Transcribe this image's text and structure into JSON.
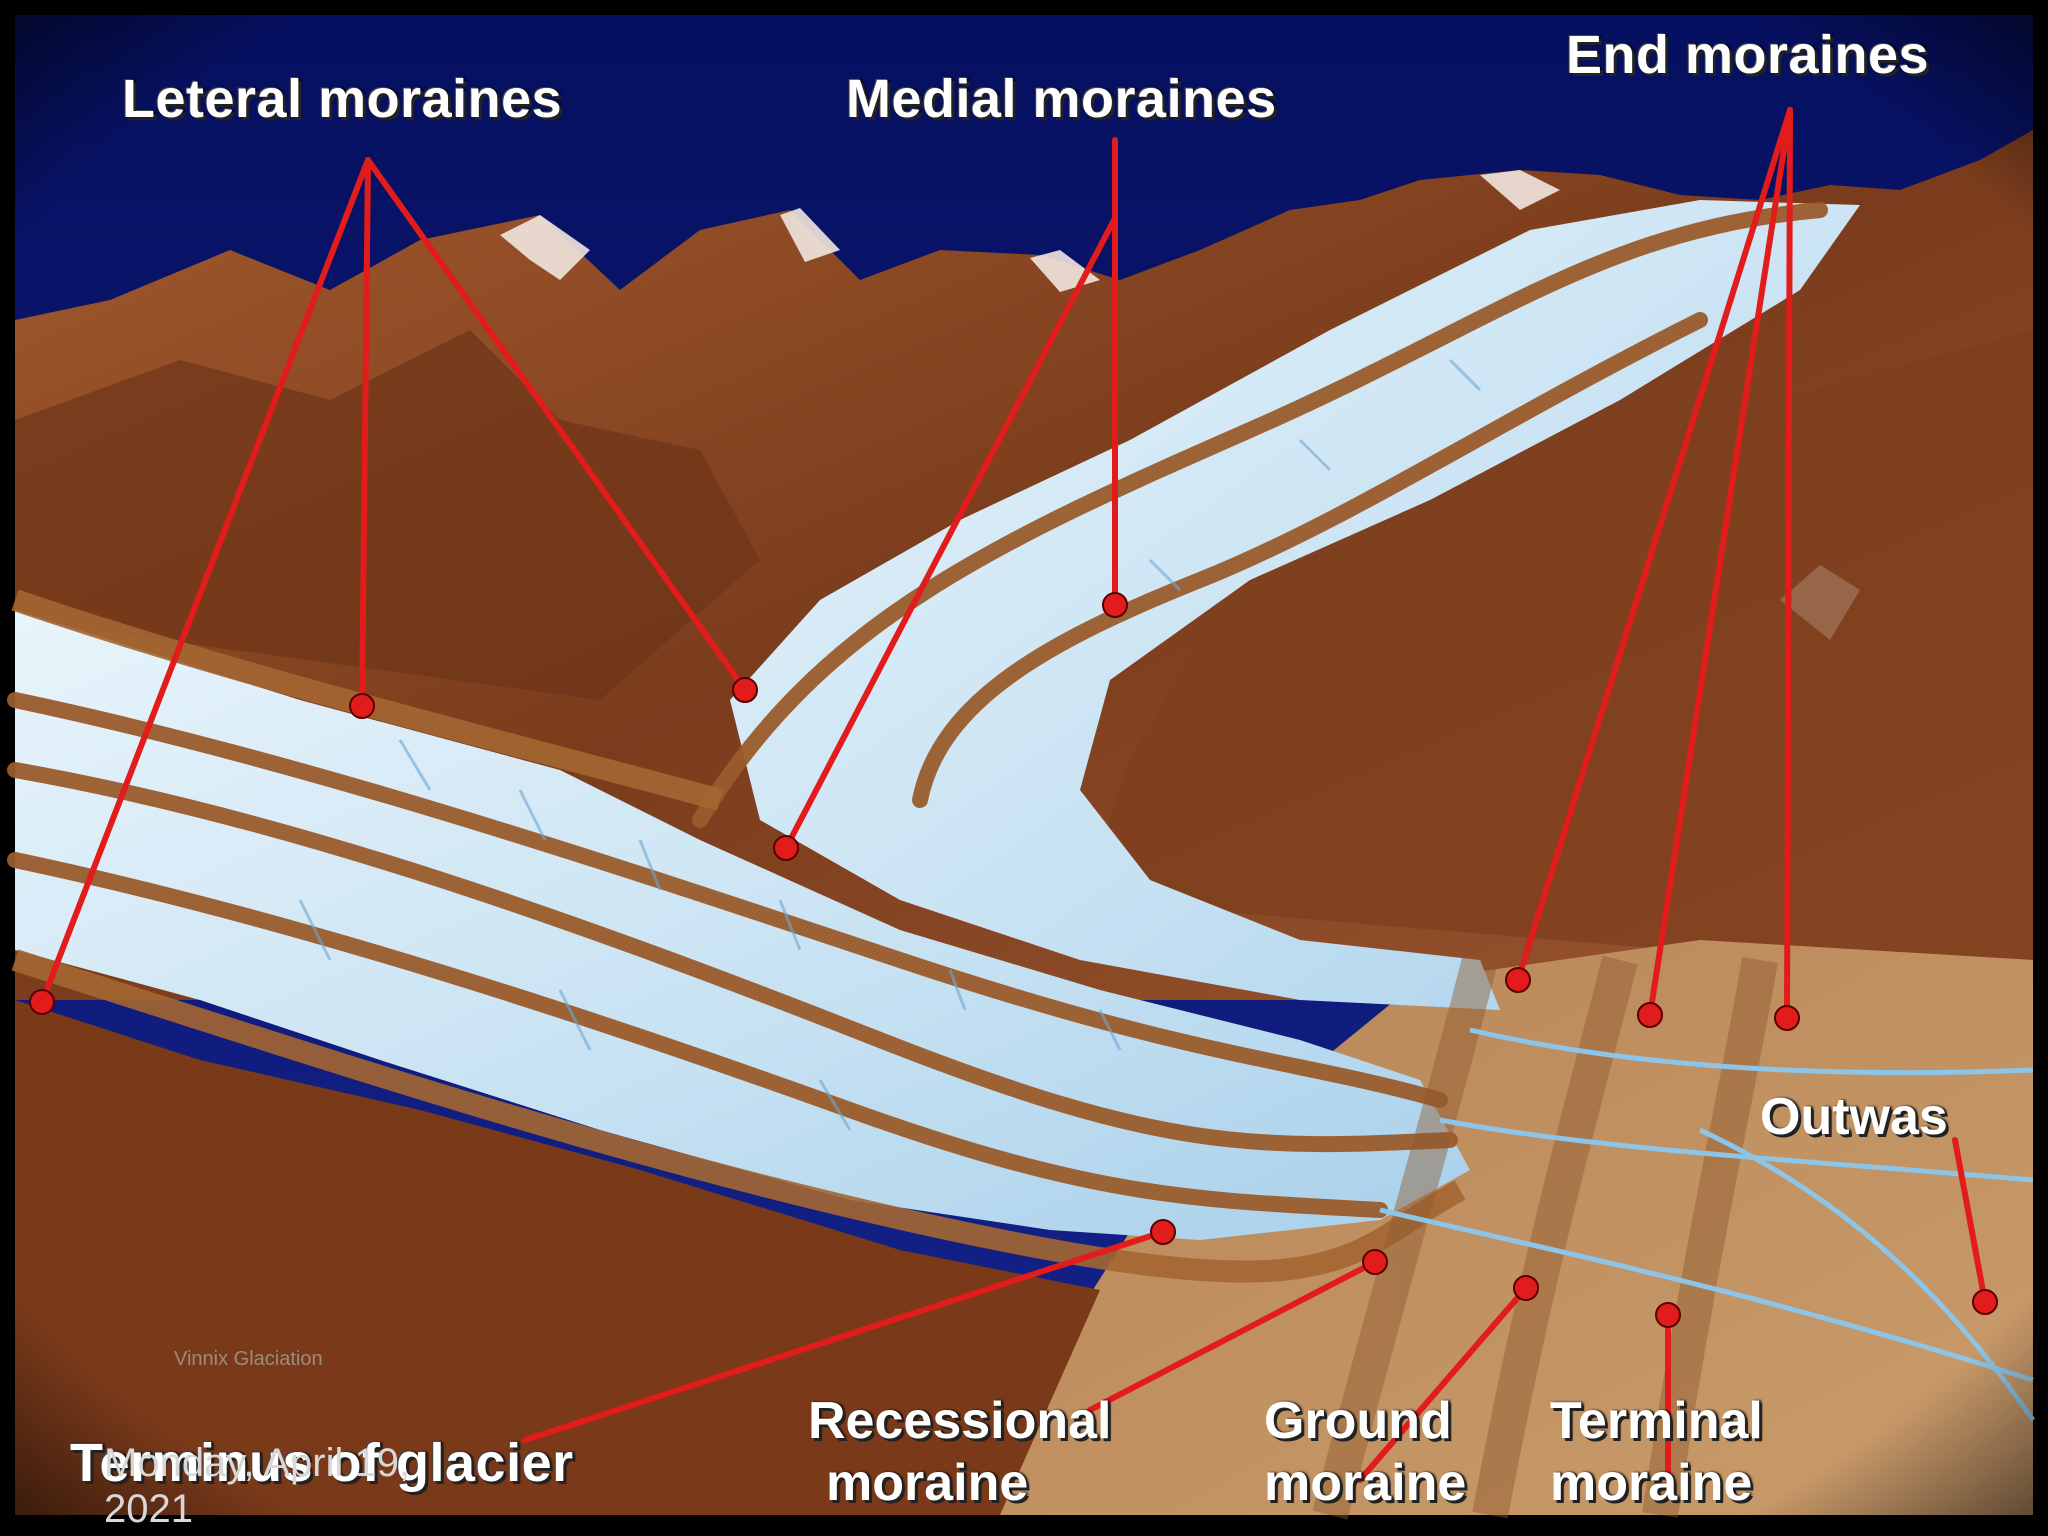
{
  "labels": {
    "lateral": "Leteral moraines",
    "medial": "Medial moraines",
    "end": "End moraines",
    "outwash": "Outwas",
    "terminus": "Terminus of glacier",
    "recessional_1": "Recessional",
    "recessional_2": "moraine",
    "ground_1": "Ground",
    "ground_2": "moraine",
    "terminal_1": "Terminal",
    "terminal_2": "moraine"
  },
  "slide": {
    "date": "Monday, April 19, 2021",
    "footer": "Vinnix Glaciation"
  },
  "colors": {
    "sky": "#0a1470",
    "rock": "#8a4a26",
    "ice": "#cfe6f4",
    "moraine": "#b07a48",
    "pointer": "#e21b1b"
  }
}
